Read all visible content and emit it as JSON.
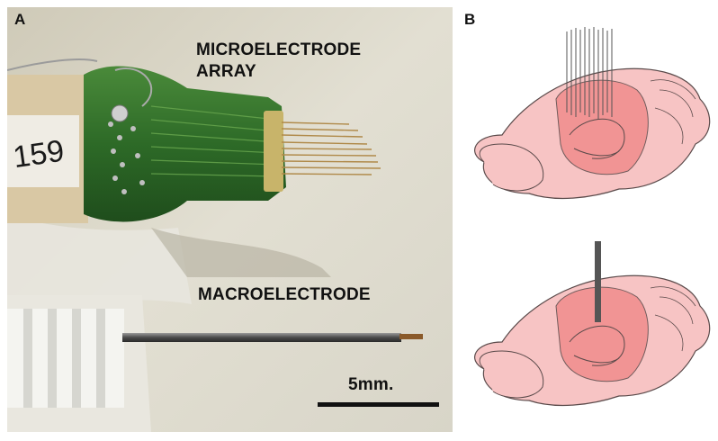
{
  "panel_a": {
    "label": "A",
    "microelectrode_label_line1": "MICROELECTRODE",
    "microelectrode_label_line2": "ARRAY",
    "macroelectrode_label": "MACROELECTRODE",
    "scale_bar_label": "5mm."
  },
  "panel_b": {
    "label": "B"
  },
  "colors": {
    "brain_fill": "#f7c4c4",
    "brain_outline": "#5a4a4a",
    "hippocampus_fill": "#f08c8c",
    "electrode_dark": "#555555",
    "pcb_green": "#2f6e2a",
    "background_photo": "#d9d5c6"
  }
}
